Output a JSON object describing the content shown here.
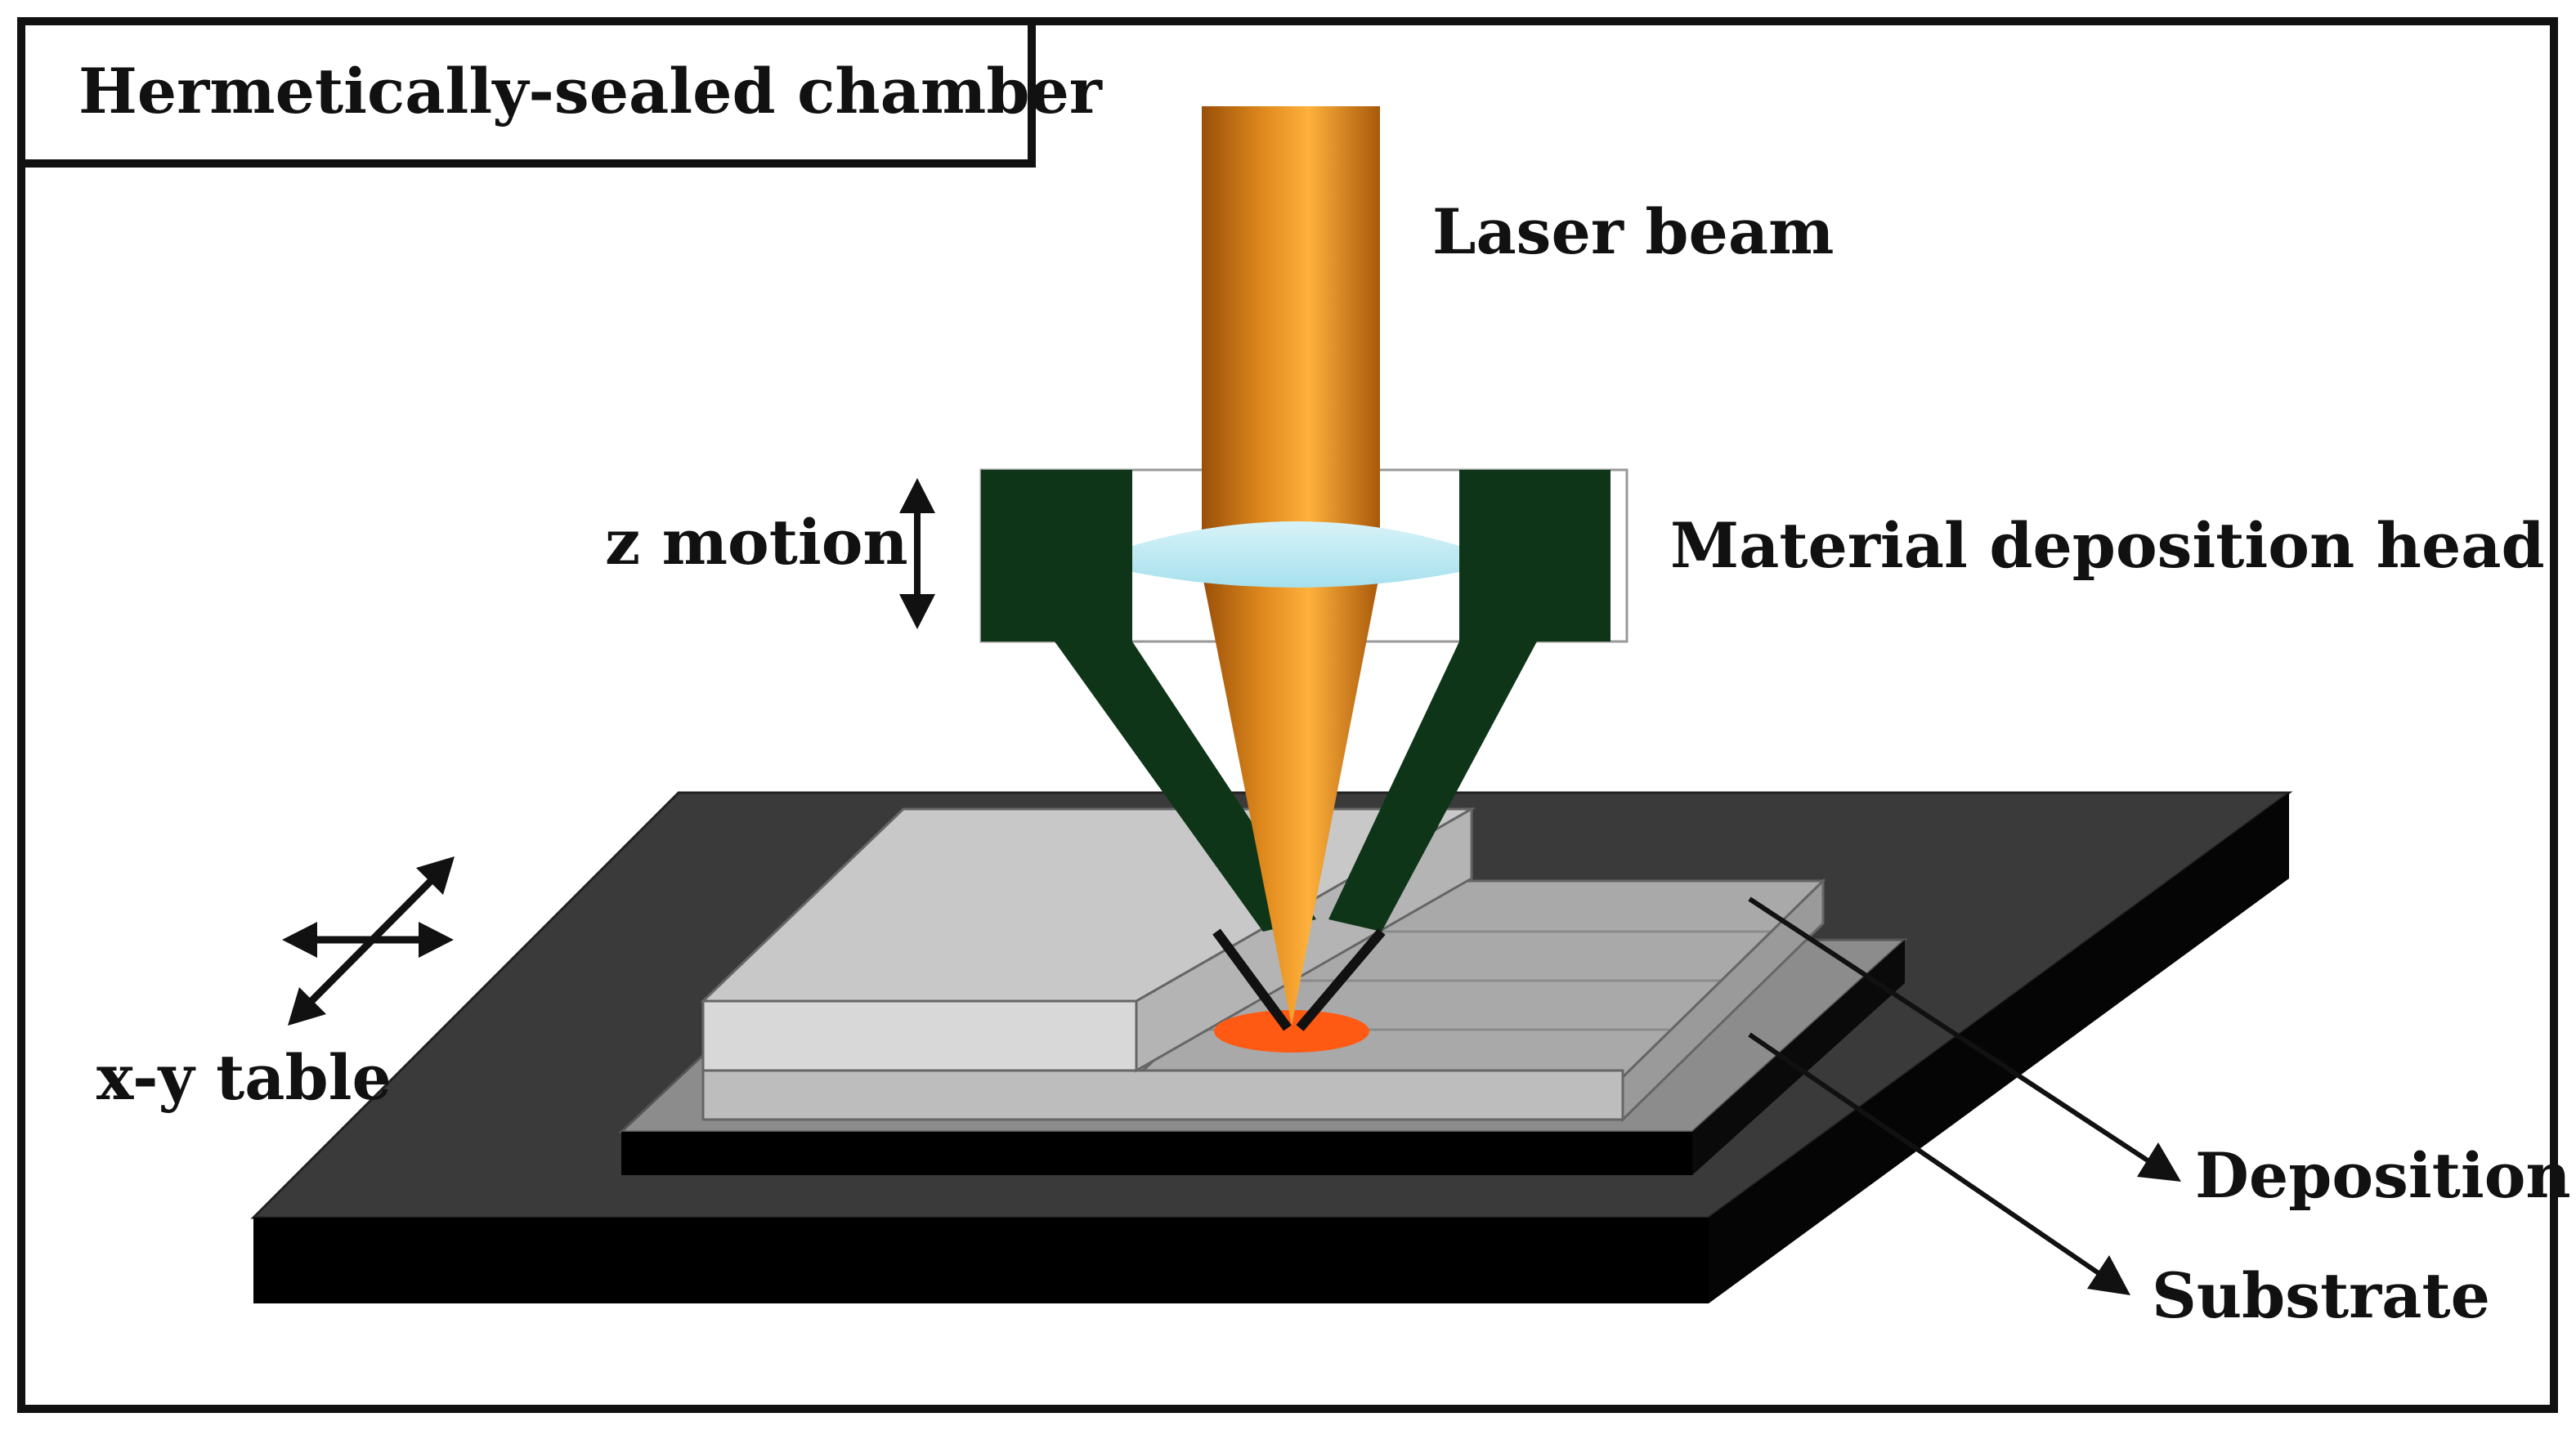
{
  "labels": {
    "chamber": "Hermetically-sealed chamber",
    "laser_beam": "Laser beam",
    "z_motion": "z motion",
    "deposition_head": "Material deposition head",
    "xy_table": "x-y table",
    "deposition": "Deposition",
    "substrate": "Substrate"
  },
  "colors": {
    "frame": "#111111",
    "table_top": "#3a3a3a",
    "table_side": "#000000",
    "substrate_top": "#8c8c8c",
    "deposit_top": "#c8c8c8",
    "deposit_front": "#d8d8d8",
    "head": "#0f3518",
    "laser_dark": "#b8620c",
    "laser_light": "#ffa832",
    "lens": "#bde8f2",
    "melt_pool": "#ff5a14"
  }
}
